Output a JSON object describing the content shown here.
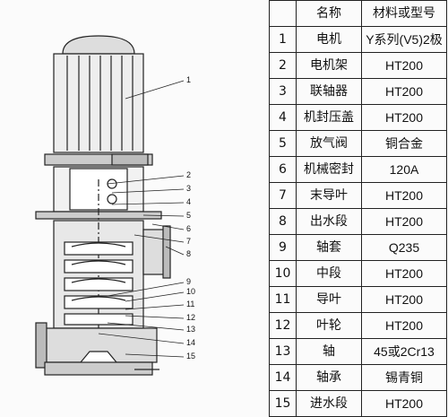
{
  "table": {
    "headers": [
      "",
      "名称",
      "材料或型号"
    ],
    "rows": [
      {
        "no": "1",
        "name": "电机",
        "material": "Y系列(V5)2极"
      },
      {
        "no": "2",
        "name": "电机架",
        "material": "HT200"
      },
      {
        "no": "3",
        "name": "联轴器",
        "material": "HT200"
      },
      {
        "no": "4",
        "name": "机封压盖",
        "material": "HT200"
      },
      {
        "no": "5",
        "name": "放气阀",
        "material": "铜合金"
      },
      {
        "no": "6",
        "name": "机械密封",
        "material": "120A"
      },
      {
        "no": "7",
        "name": "末导叶",
        "material": "HT200"
      },
      {
        "no": "8",
        "name": "出水段",
        "material": "HT200"
      },
      {
        "no": "9",
        "name": "轴套",
        "material": "Q235"
      },
      {
        "no": "10",
        "name": "中段",
        "material": "HT200"
      },
      {
        "no": "11",
        "name": "导叶",
        "material": "HT200"
      },
      {
        "no": "12",
        "name": "叶轮",
        "material": "HT200"
      },
      {
        "no": "13",
        "name": "轴",
        "material": "45或2Cr13"
      },
      {
        "no": "14",
        "name": "轴承",
        "material": "锡青铜"
      },
      {
        "no": "15",
        "name": "进水段",
        "material": "HT200"
      }
    ]
  },
  "drawing": {
    "callouts": [
      "1",
      "2",
      "3",
      "4",
      "5",
      "6",
      "7",
      "8",
      "9",
      "10",
      "11",
      "12",
      "13",
      "14",
      "15"
    ]
  }
}
